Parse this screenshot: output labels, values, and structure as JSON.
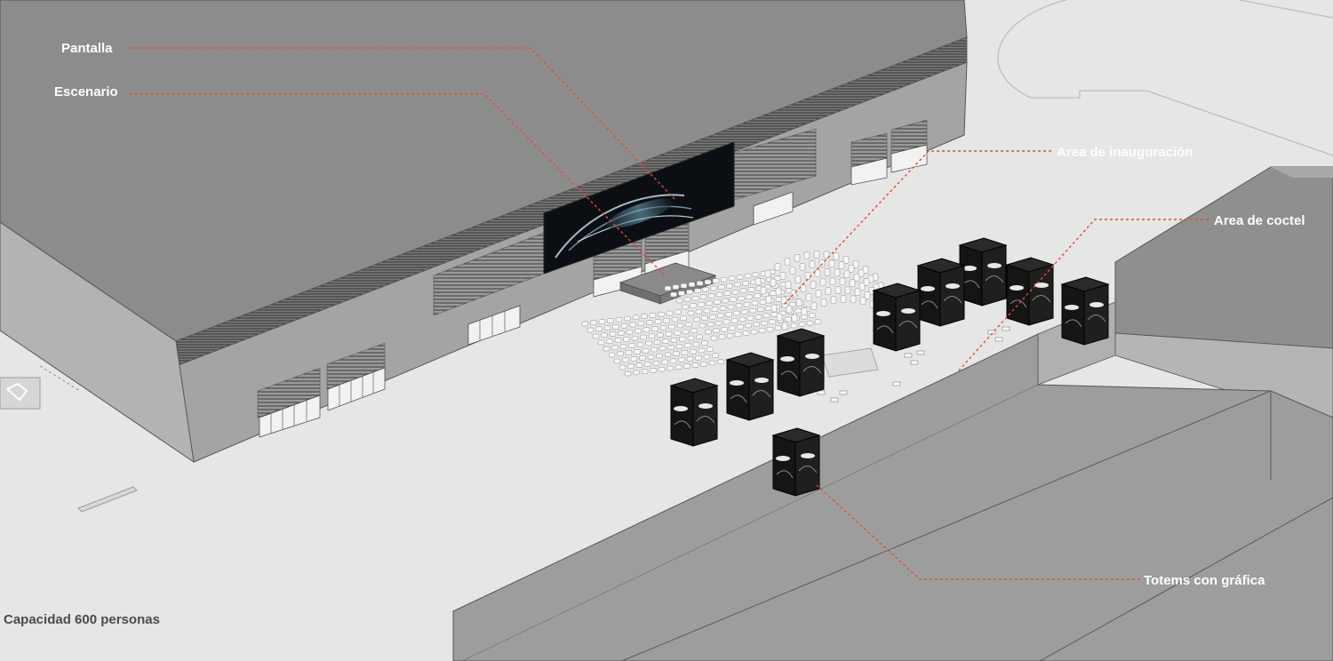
{
  "labels": {
    "pantalla": "Pantalla",
    "escenario": "Escenario",
    "area_inauguracion": "Area de inauguración",
    "area_coctel": "Area de coctel",
    "totems": "Totems con gráfica"
  },
  "caption": "Capacidad 600 personas",
  "colors": {
    "leader_line": "#e0502a",
    "ground": "#e6e6e6",
    "building_roof": "#8c8c8c",
    "building_facade": "#a4a4a4",
    "totem": "#151515"
  }
}
